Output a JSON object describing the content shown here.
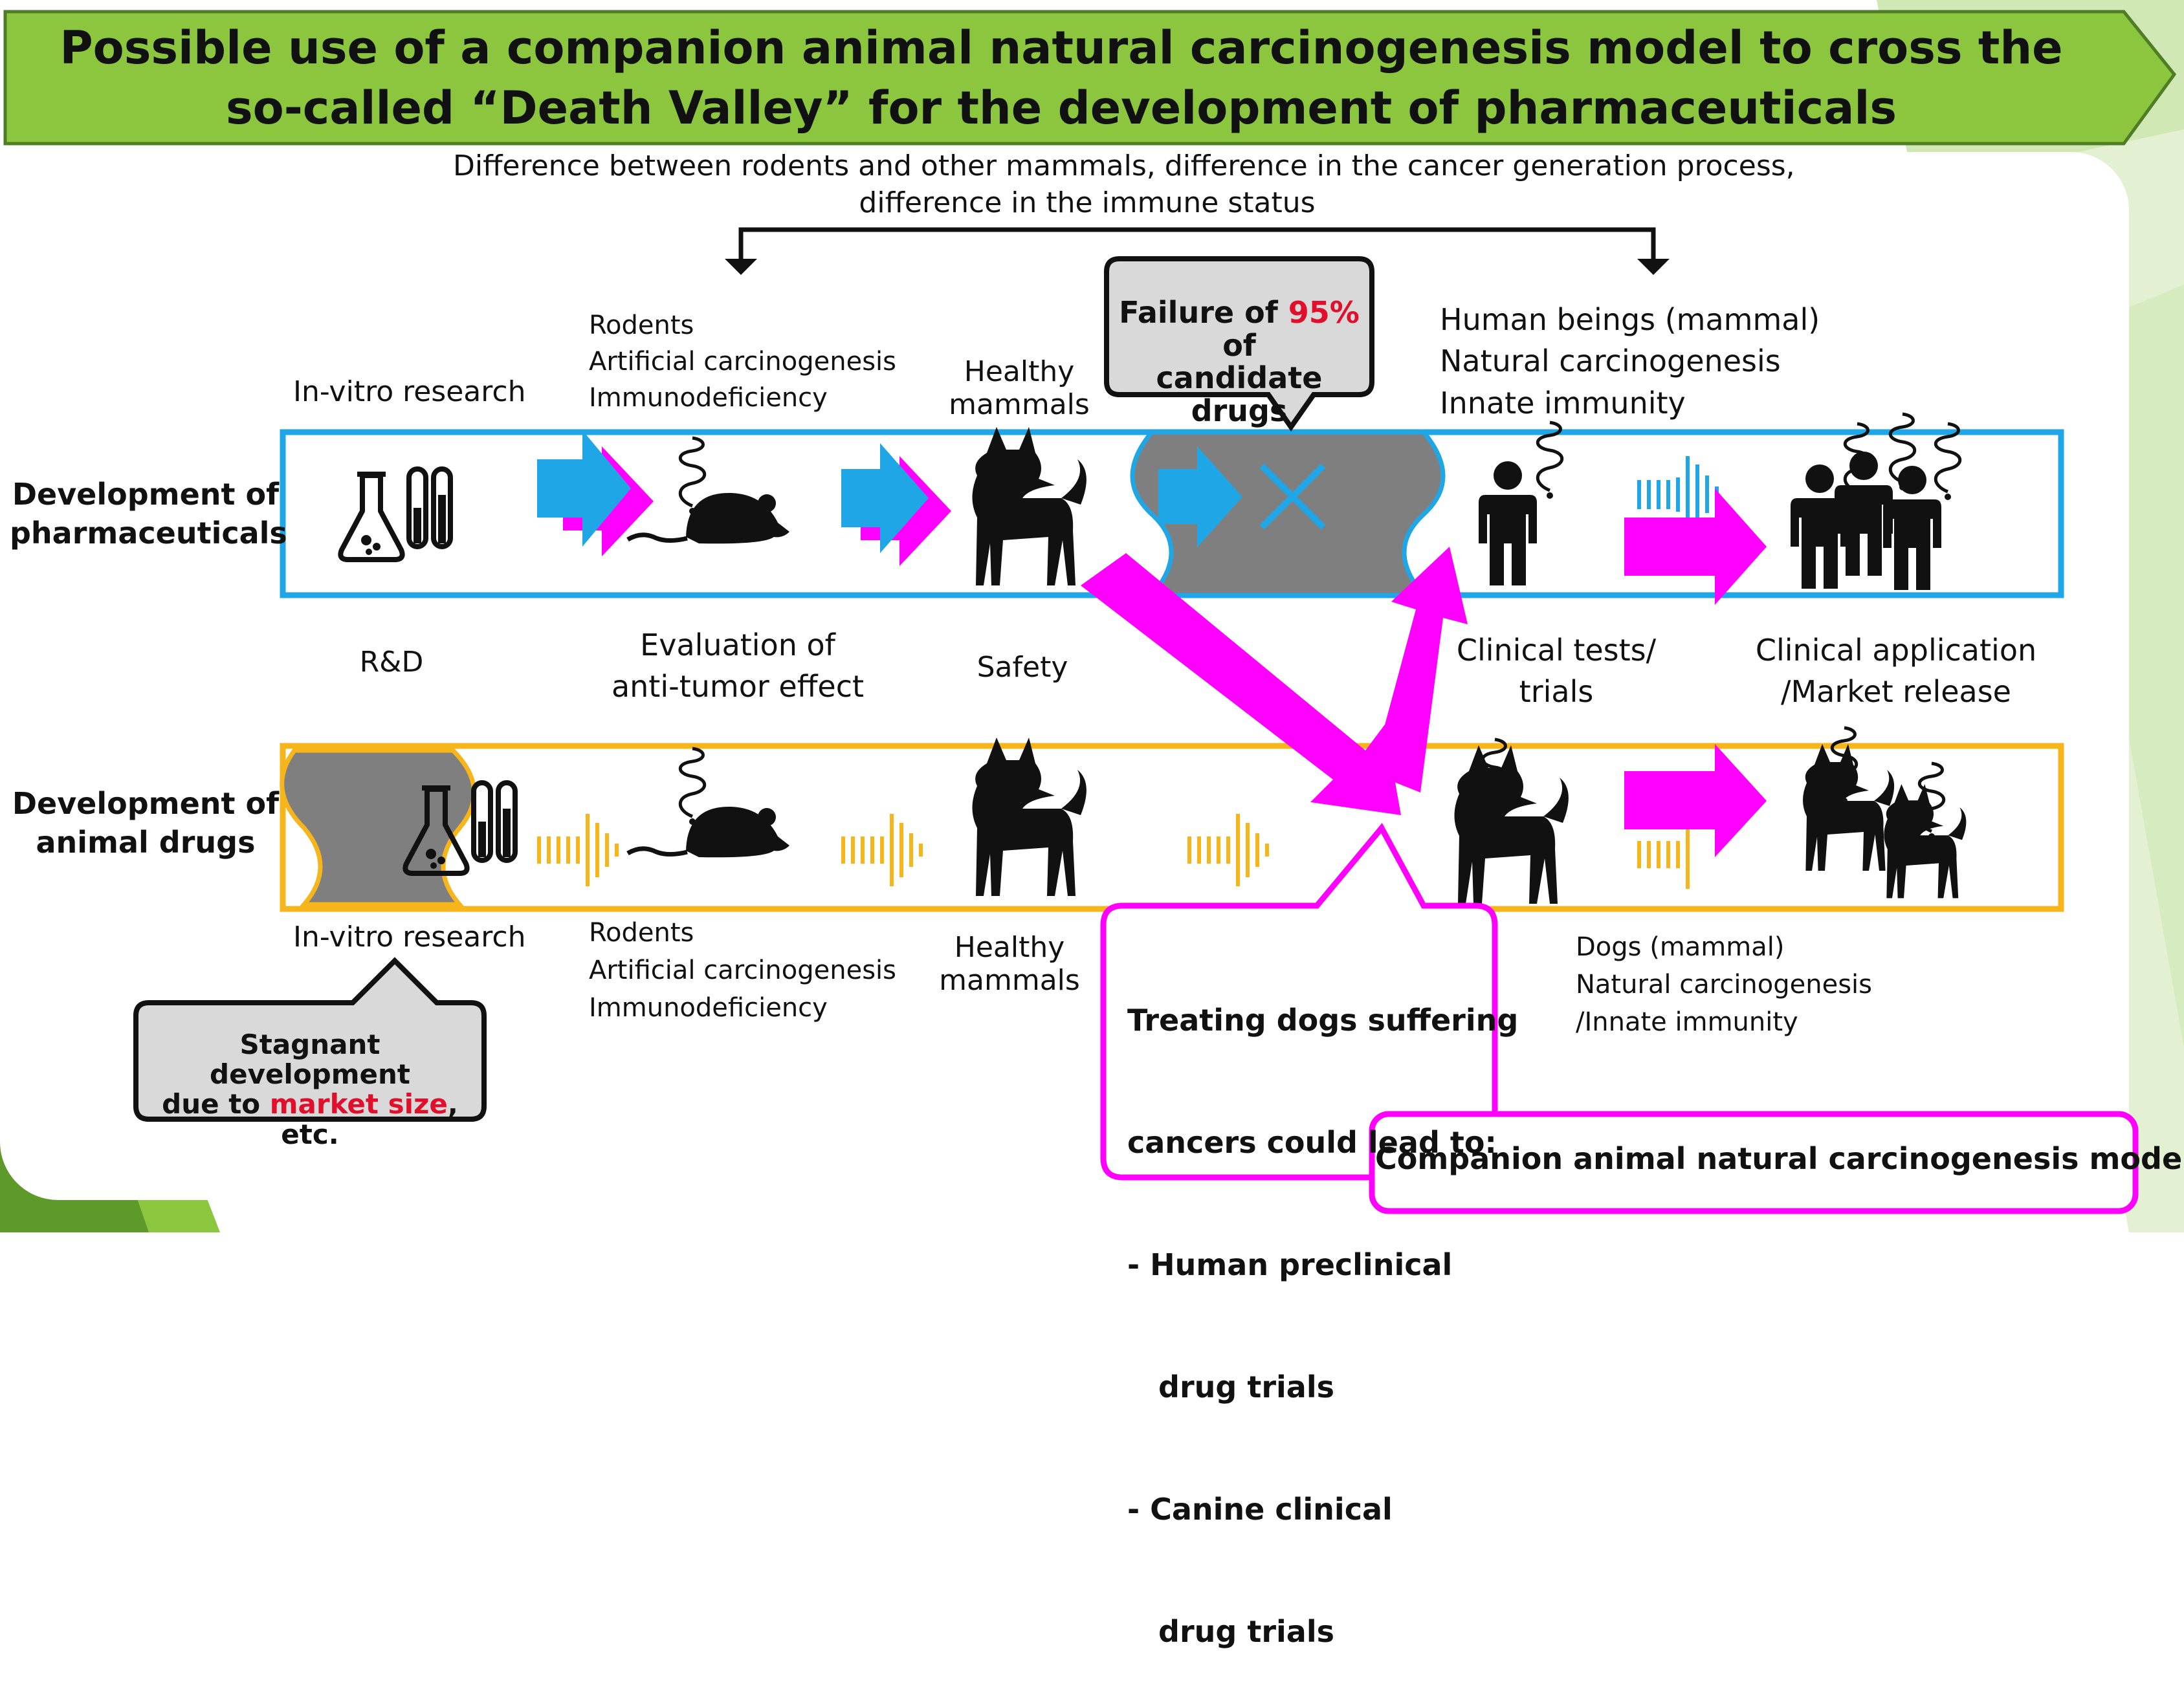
{
  "title": {
    "line1": "Possible use of a companion animal natural carcinogenesis model to cross the",
    "line2": "so-called “Death Valley” for the development of pharmaceuticals"
  },
  "top_note": {
    "line1": "Difference between rodents and other mammals, difference in the cancer generation process,",
    "line2": "difference in the immune status"
  },
  "failure_callout": {
    "prefix": "Failure of ",
    "percent": "95%",
    "suffix": " of",
    "line2": "candidate drugs",
    "percent_color": "#e0102c"
  },
  "pharma_row": {
    "label_line1": "Development of",
    "label_line2": "pharmaceuticals",
    "border_color": "#1fa6e6",
    "invitro": "In-vitro research",
    "rodents": [
      "Rodents",
      "Artificial carcinogenesis",
      "Immunodeficiency"
    ],
    "healthy": [
      "Healthy",
      "mammals"
    ],
    "human": [
      "Human beings (mammal)",
      "Natural carcinogenesis",
      "Innate immunity"
    ]
  },
  "stages": {
    "rd": "R&D",
    "evaluation": [
      "Evaluation of",
      "anti-tumor effect"
    ],
    "safety": "Safety",
    "clinical_tests": [
      "Clinical tests/",
      "trials"
    ],
    "clinical_application": [
      "Clinical application",
      "/Market release"
    ]
  },
  "animal_row": {
    "label_line1": "Development of",
    "label_line2": "animal drugs",
    "border_color": "#f5b51b",
    "invitro": "In-vitro research",
    "rodents": [
      "Rodents",
      "Artificial carcinogenesis",
      "Immunodeficiency"
    ],
    "healthy": [
      "Healthy",
      "mammals"
    ],
    "dogs": [
      "Dogs (mammal)",
      "Natural carcinogenesis",
      "/Innate immunity"
    ]
  },
  "stagnant_callout": {
    "line1": "Stagnant development",
    "prefix": "due to ",
    "highlight": "market size",
    "suffix": ", etc.",
    "highlight_color": "#e0102c"
  },
  "treating_callout": {
    "lines": [
      "Treating dogs suffering",
      "cancers could lead to:",
      "- Human preclinical",
      "   drug trials",
      "- Canine clinical",
      "   drug trials"
    ]
  },
  "model_label": "Companion animal natural carcinogenesis model",
  "colors": {
    "title_green": "#8cc63f",
    "magenta": "#ff00ff",
    "cyan": "#1fa6e6",
    "gold": "#f5b51b",
    "gray": "#808080"
  },
  "icons": [
    "flask-icon",
    "mouse-icon",
    "dog-icon",
    "person-icon",
    "people-icon",
    "x-mark-icon",
    "thought-swirl-icon"
  ]
}
